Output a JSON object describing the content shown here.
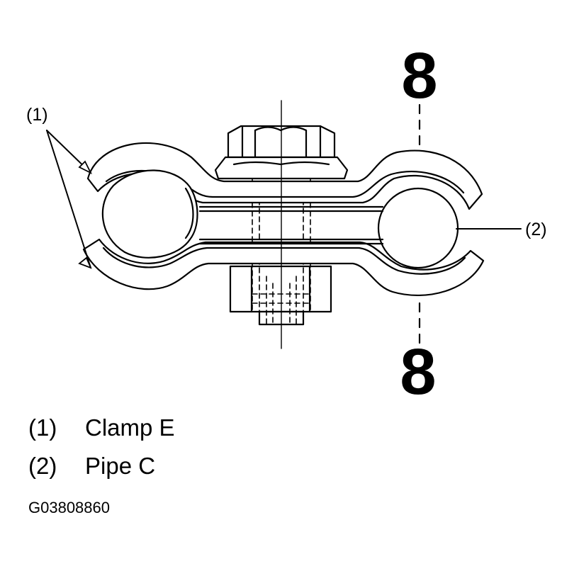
{
  "callouts": {
    "clamp": "(1)",
    "pipe": "(2)"
  },
  "marks": {
    "top": "8",
    "bottom": "8"
  },
  "legend": [
    {
      "id": "(1)",
      "text": "Clamp E"
    },
    {
      "id": "(2)",
      "text": "Pipe C"
    }
  ],
  "figure_code": "G03808860"
}
